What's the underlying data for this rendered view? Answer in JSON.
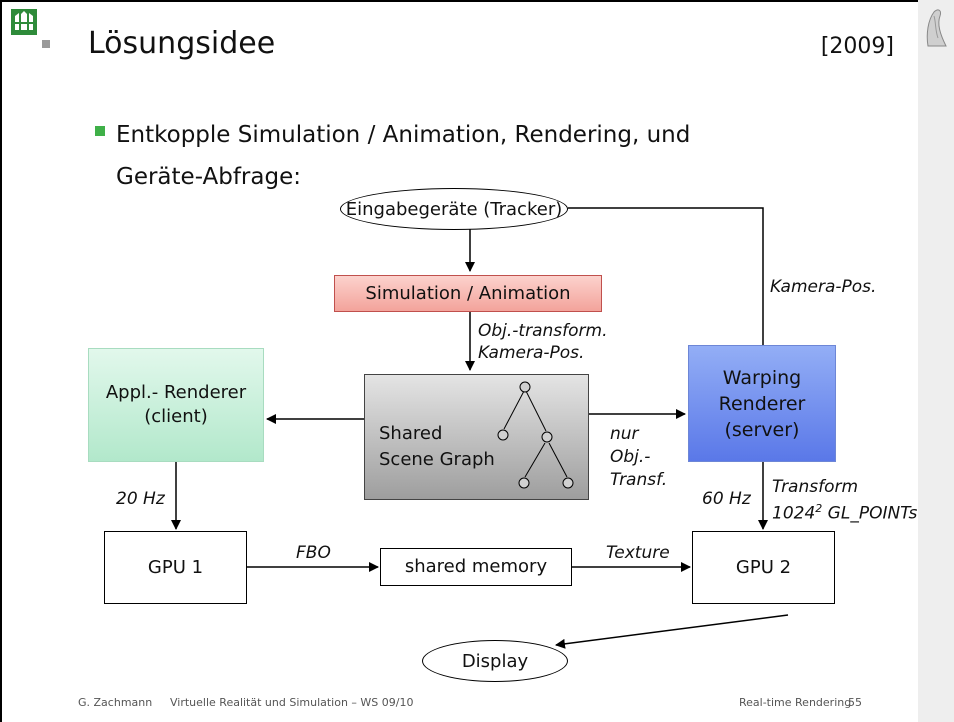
{
  "slide": {
    "title": "Lösungsidee",
    "year": "[2009]",
    "bullet": "Entkopple Simulation / Animation, Rendering, und Geräte-Abfrage:"
  },
  "diagram": {
    "input_devices": "Eingabegeräte (Tracker)",
    "simulation": "Simulation / Animation",
    "app_renderer_line1": "Appl.- Renderer",
    "app_renderer_line2": "(client)",
    "scene_graph_line1": "Shared",
    "scene_graph_line2": "Scene Graph",
    "warping_line1": "Warping",
    "warping_line2": "Renderer",
    "warping_line3": "(server)",
    "gpu1": "GPU 1",
    "shared_memory": "shared memory",
    "gpu2": "GPU 2",
    "display": "Display",
    "label_kamera_pos_top": "Kamera-Pos.",
    "label_obj_transform": "Obj.-transform.",
    "label_kamera_pos_mid": "Kamera-Pos.",
    "label_nur": "nur",
    "label_obj": "Obj.-",
    "label_transf": "Transf.",
    "label_20hz": "20 Hz",
    "label_60hz": "60 Hz",
    "label_transform": "Transform",
    "label_points_base": "1024",
    "label_points_exp": "2",
    "label_points_rest": " GL_POINTs",
    "label_fbo": "FBO",
    "label_texture": "Texture"
  },
  "footer": {
    "author": "G. Zachmann",
    "course": "Virtuelle Realität und Simulation – WS 09/10",
    "topic": "Real-time Rendering",
    "page": "55"
  },
  "colors": {
    "bullet": "#3fb048",
    "simulation_fill": "#f7b1aa",
    "app_renderer_fill": "#c9f0dc",
    "warping_fill": "#6e8ff0",
    "scene_graph_fill": "#b9b9b9"
  }
}
